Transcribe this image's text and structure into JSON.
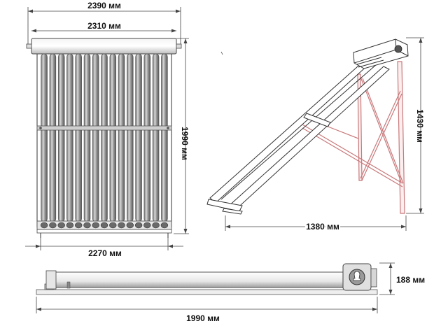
{
  "front_view": {
    "overall_width": "2390 мм",
    "header_width": "2310 мм",
    "height": "1990 мм",
    "base_width": "2270 мм",
    "tube_count": 15
  },
  "side_view": {
    "height": "1430 мм",
    "depth": "1380 мм"
  },
  "top_view": {
    "length": "1990 мм",
    "height": "188 мм"
  }
}
